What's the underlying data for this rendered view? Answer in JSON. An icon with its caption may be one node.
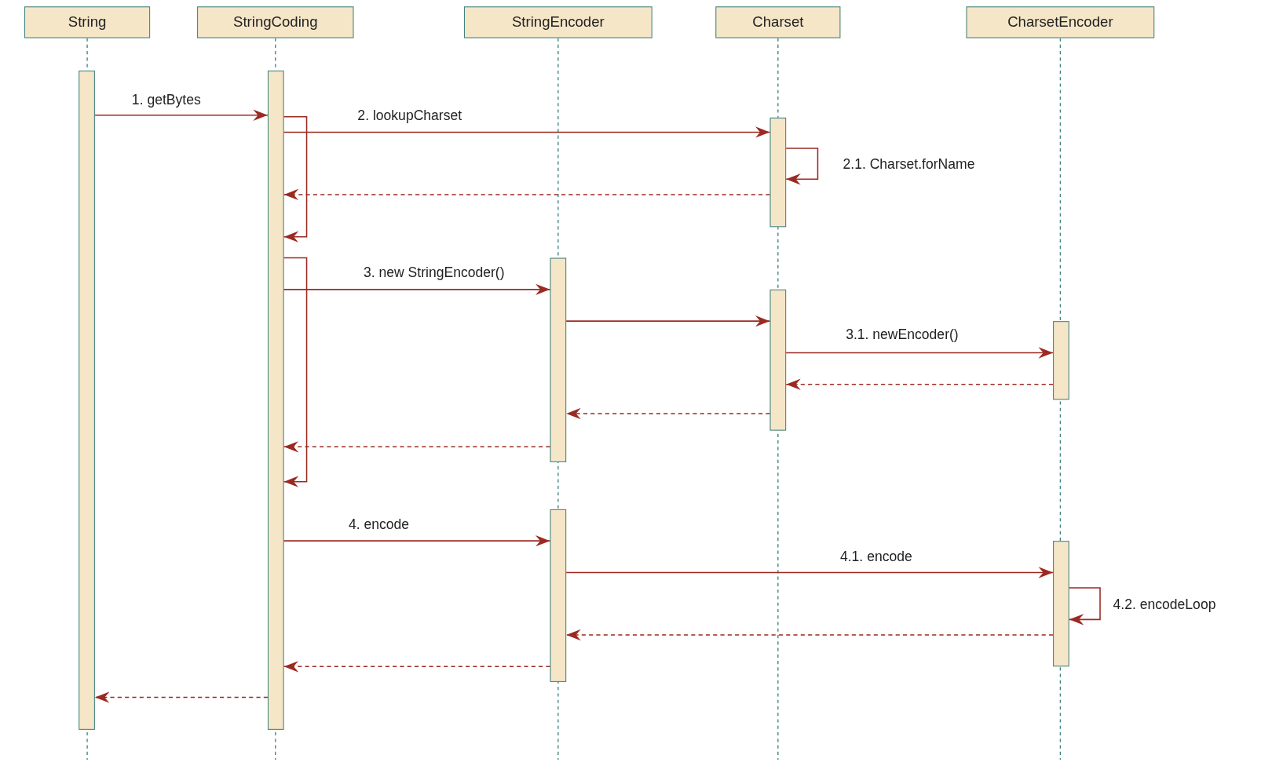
{
  "diagram": {
    "nodes": [
      {
        "text": [
          "String"
        ]
      },
      {
        "text": [
          "StringCoding"
        ]
      },
      {
        "text": [
          "StringEncoder"
        ]
      },
      {
        "text": [
          "Charset"
        ]
      },
      {
        "text": [
          "CharsetEncoder"
        ]
      },
      {
        "text": [],
        "shape": "bar"
      },
      {
        "text": [],
        "shape": "bar"
      },
      {
        "text": [],
        "shape": "bar"
      },
      {
        "text": [],
        "shape": "bar"
      },
      {
        "text": [],
        "shape": "bar"
      },
      {
        "text": [],
        "shape": "bar"
      },
      {
        "text": [],
        "shape": "bar"
      },
      {
        "text": [],
        "shape": "bar"
      }
    ],
    "edges": [
      {
        "from": 5,
        "to": 6,
        "arrow": "to",
        "label": "1. getBytes"
      },
      {
        "from": 6,
        "to": 6,
        "arrow": "to"
      },
      {
        "from": 6,
        "to": 7,
        "arrow": "to",
        "label": "2. lookupCharset"
      },
      {
        "from": 7,
        "to": 7,
        "arrow": "to",
        "label": "2.1. Charset.forName"
      },
      {
        "from": 7,
        "to": 6,
        "arrow": "to",
        "style": "dashed"
      },
      {
        "from": 6,
        "to": 6,
        "arrow": "to"
      },
      {
        "from": 6,
        "to": 8,
        "arrow": "to",
        "label": "3. new StringEncoder()"
      },
      {
        "from": 8,
        "to": 9,
        "arrow": "to"
      },
      {
        "from": 9,
        "to": 10,
        "arrow": "to",
        "label": "3.1. newEncoder()"
      },
      {
        "from": 10,
        "to": 9,
        "arrow": "to",
        "style": "dashed"
      },
      {
        "from": 9,
        "to": 8,
        "arrow": "to",
        "style": "dashed"
      },
      {
        "from": 8,
        "to": 6,
        "arrow": "to",
        "style": "dashed"
      },
      {
        "from": 6,
        "to": 11,
        "arrow": "to",
        "label": "4. encode"
      },
      {
        "from": 11,
        "to": 12,
        "arrow": "to",
        "label": "4.1. encode"
      },
      {
        "from": 12,
        "to": 12,
        "arrow": "to",
        "label": "4.2. encodeLoop"
      },
      {
        "from": 12,
        "to": 11,
        "arrow": "to",
        "style": "dashed"
      },
      {
        "from": 11,
        "to": 6,
        "arrow": "to",
        "style": "dashed"
      },
      {
        "from": 6,
        "to": 5,
        "arrow": "to",
        "style": "dashed"
      }
    ]
  }
}
